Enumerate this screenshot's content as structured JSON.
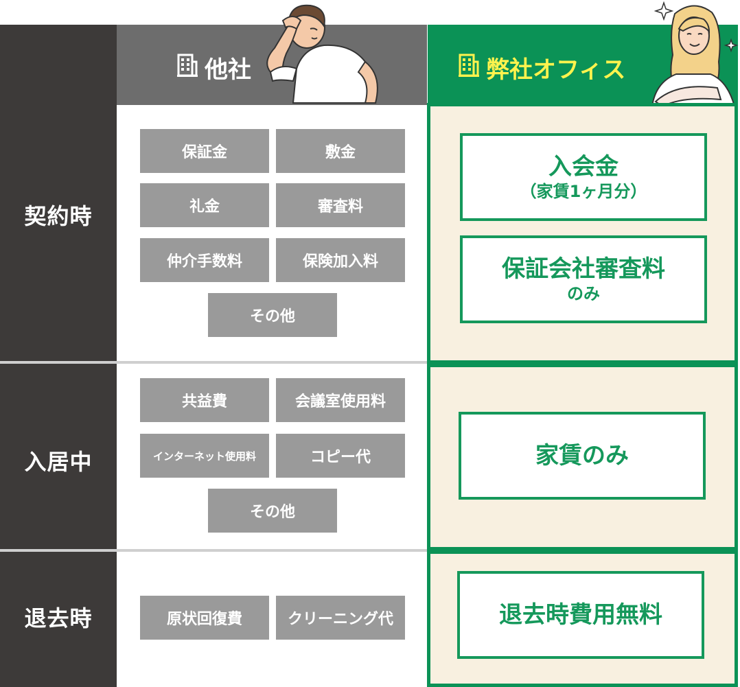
{
  "header": {
    "other_label": "他社",
    "ours_label": "弊社オフィス",
    "building_icon": "building-icon"
  },
  "rows": {
    "contract": "契約時",
    "occupancy": "入居中",
    "moveout": "退去時"
  },
  "other": {
    "contract": [
      "保証金",
      "敷金",
      "礼金",
      "審査料",
      "仲介手数料",
      "保険加入料",
      "その他"
    ],
    "occupancy": [
      "共益費",
      "会議室使用料",
      "インターネット使用料",
      "コピー代",
      "その他"
    ],
    "moveout": [
      "原状回復費",
      "クリーニング代"
    ]
  },
  "ours": {
    "contract_box1_main": "入会金",
    "contract_box1_sub": "（家賃1ヶ月分）",
    "contract_box2_main": "保証会社審査料",
    "contract_box2_sub": "のみ",
    "occupancy_main": "家賃のみ",
    "moveout_main": "退去時費用無料"
  },
  "colors": {
    "green": "#0b9256",
    "yellow_text": "#fff34d",
    "gray_header": "#6d6d6d",
    "dark": "#3d3a39",
    "chip": "#9a9a9a",
    "cream": "#f8f0e0"
  }
}
